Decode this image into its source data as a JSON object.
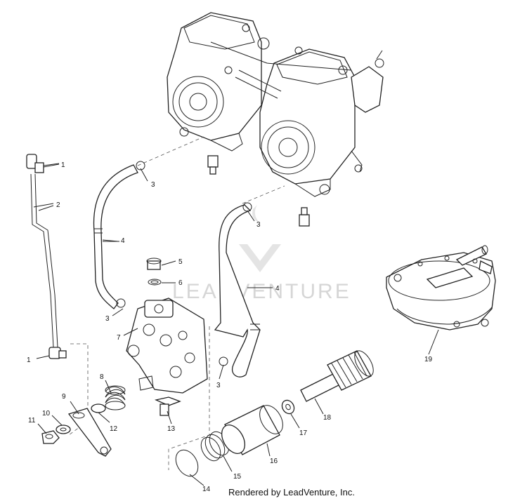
{
  "watermark": {
    "brand": "LEADVENTURE"
  },
  "footer": {
    "text": "Rendered by LeadVenture, Inc."
  },
  "callouts": {
    "c1a": "1",
    "c1b": "1",
    "c2": "2",
    "c3a": "3",
    "c3b": "3",
    "c3c": "3",
    "c3d": "3",
    "c4a": "4",
    "c4b": "4",
    "c5": "5",
    "c6": "6",
    "c7": "7",
    "c8": "8",
    "c9": "9",
    "c10": "10",
    "c11": "11",
    "c12": "12",
    "c13": "13",
    "c14": "14",
    "c15": "15",
    "c16": "16",
    "c17": "17",
    "c18": "18",
    "c19": "19"
  }
}
